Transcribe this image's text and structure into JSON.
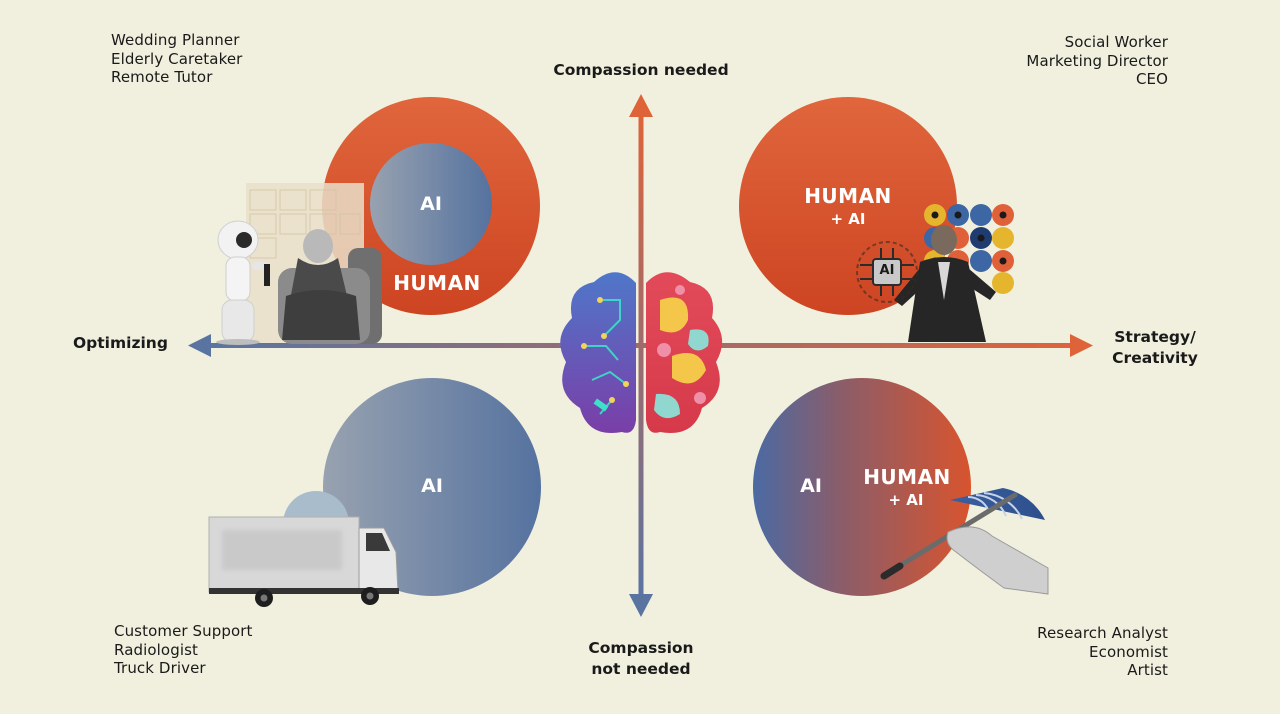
{
  "axes": {
    "top_label": "Compassion needed",
    "bottom_label_line1": "Compassion",
    "bottom_label_line2": "not needed",
    "left_label": "Optimizing",
    "right_label_line1": "Strategy/",
    "right_label_line2": "Creativity"
  },
  "quadrants": {
    "top_left": {
      "roles": [
        "Wedding Planner",
        "Elderly Caretaker",
        "Remote Tutor"
      ],
      "inner_circle_label": "AI",
      "outer_circle_label": "HUMAN",
      "photo": "robot-and-elderly-man"
    },
    "top_right": {
      "roles": [
        "Social Worker",
        "Marketing Director",
        "CEO"
      ],
      "circle_label": "HUMAN",
      "circle_sublabel": "+ AI",
      "chip_label": "AI",
      "photo": "businessman-presenting"
    },
    "bottom_left": {
      "roles": [
        "Customer Support",
        "Radiologist",
        "Truck Driver"
      ],
      "circle_label": "AI",
      "photo": "delivery-truck"
    },
    "bottom_right": {
      "roles": [
        "Research Analyst",
        "Economist",
        "Artist"
      ],
      "left_label": "AI",
      "right_label": "HUMAN",
      "right_sublabel": "+ AI",
      "photo": "hand-with-paintbrush"
    }
  },
  "center_icon": "brain-icon",
  "colors": {
    "background": "#f1f0de",
    "human_orange": "#e0603a",
    "ai_blue": "#5774a0",
    "ai_grey_blue": "#8e9aac"
  }
}
